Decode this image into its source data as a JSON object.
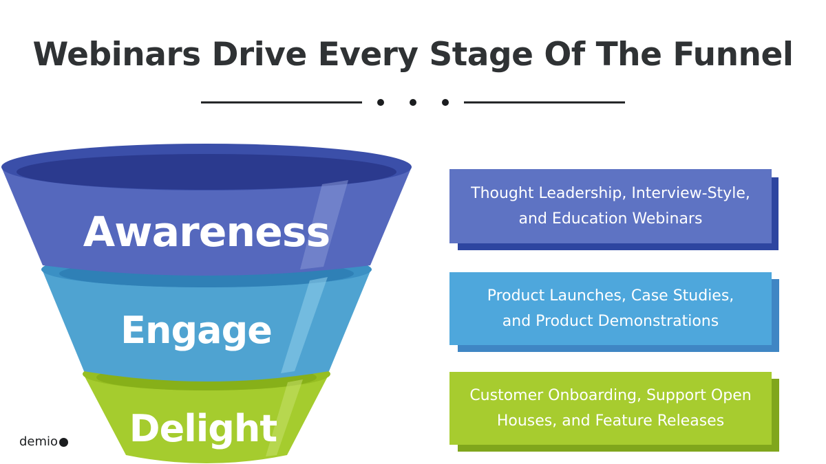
{
  "title": "Webinars Drive Every Stage Of The Funnel",
  "stages": [
    {
      "label": "Awareness",
      "color": "#5568bd",
      "description_lines": [
        "Thought Leadership, Interview-Style,",
        "and Education Webinars"
      ],
      "box_color": "#5e73c3",
      "box_shadow_color": "#2d45a0"
    },
    {
      "label": "Engage",
      "color": "#4fa3d1",
      "description_lines": [
        "Product Launches, Case Studies,",
        "and Product Demonstrations"
      ],
      "box_color": "#4ea7dc",
      "box_shadow_color": "#3f86c4"
    },
    {
      "label": "Delight",
      "color": "#a5cc2e",
      "description_lines": [
        "Customer Onboarding, Support Open",
        "Houses, and Feature Releases"
      ],
      "box_color": "#a7cc2f",
      "box_shadow_color": "#80a61c"
    }
  ],
  "logo": {
    "text": "demio"
  },
  "colors": {
    "title": "#2f3234",
    "divider": "#1b1d1f"
  }
}
